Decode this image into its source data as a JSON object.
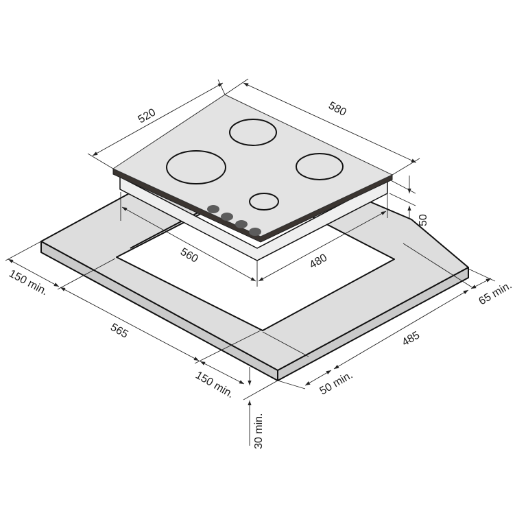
{
  "colors": {
    "hob_top": "#e3e3e3",
    "hob_edge": "#3b3531",
    "hob_body": "#efefef",
    "counter_top": "#dddddd",
    "counter_side": "#cacaca",
    "cutout": "#ffffff",
    "knob": "#5c5c5c",
    "line": "#111111"
  },
  "dimensions": {
    "hob_depth": "520",
    "hob_width": "580",
    "hob_height": "50",
    "cutout_width": "560",
    "cutout_depth": "480",
    "left_clearance": "150 min.",
    "counter_left_span": "565",
    "front_clearance": "150 min.",
    "counter_thickness": "30 min.",
    "front_right_clearance": "50 min.",
    "counter_right_span": "485",
    "rear_clearance": "65 min."
  },
  "icons": {
    "burners": 4,
    "knobs": 4
  }
}
